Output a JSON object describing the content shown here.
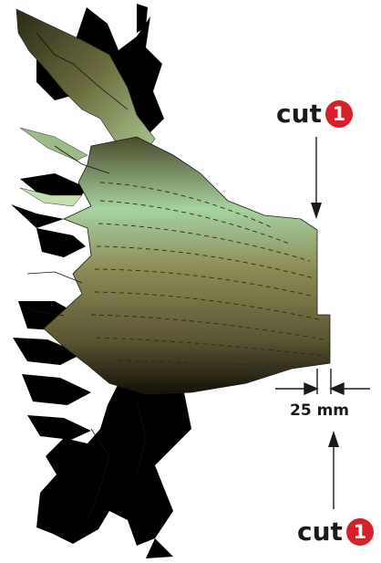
{
  "labels": {
    "cut_top_text": "cut",
    "cut_top_badge": "1",
    "cut_bottom_text": "cut",
    "cut_bottom_badge": "1",
    "dimension": "25 mm"
  },
  "colors": {
    "wood_light": "#9fd39f",
    "wood_mid": "#8a8a58",
    "wood_dark": "#141208",
    "shadow": "#000000",
    "badge": "#d8202a",
    "line": "#1a1a1a"
  }
}
